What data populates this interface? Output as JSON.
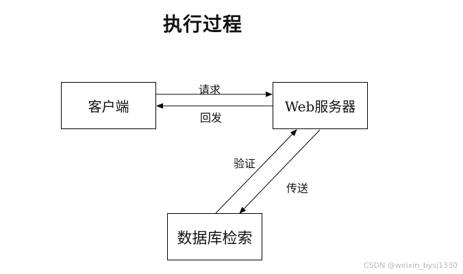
{
  "title": "执行过程",
  "nodes": {
    "client": "客户端",
    "server": "Web服务器",
    "database": "数据库检索"
  },
  "edges": {
    "request": "请求",
    "return": "回发",
    "verify": "验证",
    "send": "传送"
  },
  "watermark": "CSDN @weixin_bysj1330"
}
